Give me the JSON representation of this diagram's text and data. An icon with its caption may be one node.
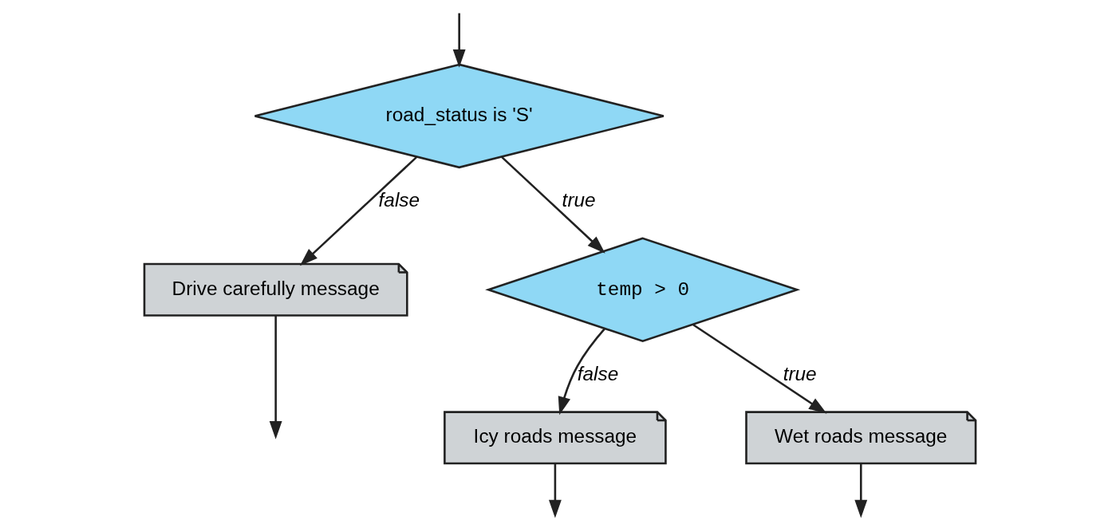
{
  "diagram": {
    "nodes": [
      {
        "text": [
          "road_status is 'S'"
        ]
      },
      {
        "text": [
          "Drive carefully message"
        ]
      },
      {
        "text": [
          "temp > 0"
        ]
      },
      {
        "text": [
          "Icy roads message"
        ]
      },
      {
        "text": [
          "Wet roads message"
        ]
      }
    ],
    "edges": [
      {
        "from": null,
        "to": 0,
        "arrow": "to"
      },
      {
        "from": 0,
        "to": 2,
        "arrow": "to",
        "label": "true"
      },
      {
        "from": 0,
        "to": 1,
        "arrow": "to",
        "label": "false"
      },
      {
        "from": 2,
        "to": 4,
        "arrow": "to",
        "label": "true"
      },
      {
        "from": 2,
        "to": 3,
        "arrow": "to",
        "label": "false"
      },
      {
        "from": 4,
        "to": null,
        "arrow": "to"
      },
      {
        "from": 3,
        "to": null,
        "arrow": "to"
      },
      {
        "from": 1,
        "to": null,
        "arrow": "to"
      }
    ]
  }
}
